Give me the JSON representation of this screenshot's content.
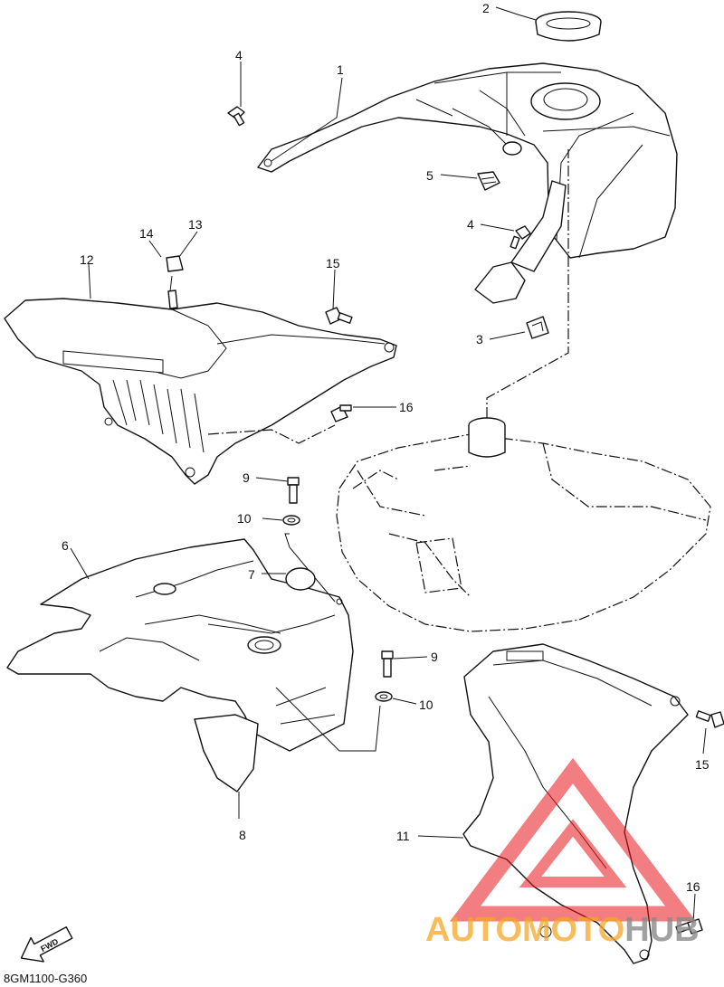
{
  "diagram_code": "8GM1100-G360",
  "fwd_label": "FWD",
  "watermark": {
    "part1": "AUTOMOTO",
    "part2": "HUB",
    "color1": "#f5a623",
    "color2": "#8a8a8a",
    "triangle_color": "#e8141a"
  },
  "callouts": {
    "c1": "1",
    "c2": "2",
    "c3": "3",
    "c4a": "4",
    "c4b": "4",
    "c5": "5",
    "c6": "6",
    "c7": "7",
    "c8": "8",
    "c9a": "9",
    "c9b": "9",
    "c10a": "10",
    "c10b": "10",
    "c11": "11",
    "c12": "12",
    "c13": "13",
    "c14": "14",
    "c15a": "15",
    "c15b": "15",
    "c16a": "16",
    "c16b": "16"
  }
}
